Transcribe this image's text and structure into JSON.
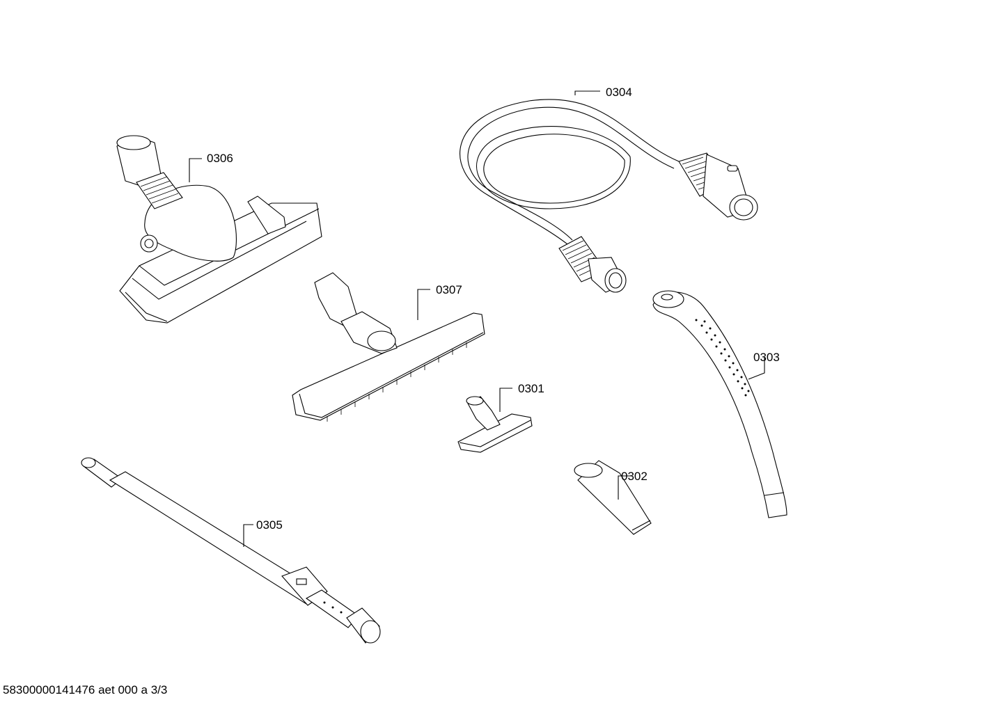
{
  "parts": [
    {
      "id": "0304",
      "label": "0304",
      "name": "suction hose"
    },
    {
      "id": "0306",
      "label": "0306",
      "name": "floor nozzle"
    },
    {
      "id": "0307",
      "label": "0307",
      "name": "parquet nozzle"
    },
    {
      "id": "0303",
      "label": "0303",
      "name": "handle"
    },
    {
      "id": "0301",
      "label": "0301",
      "name": "upholstery nozzle"
    },
    {
      "id": "0302",
      "label": "0302",
      "name": "crevice nozzle"
    },
    {
      "id": "0305",
      "label": "0305",
      "name": "telescopic tube"
    }
  ],
  "footer": "58300000141476 aet 000 a 3/3"
}
